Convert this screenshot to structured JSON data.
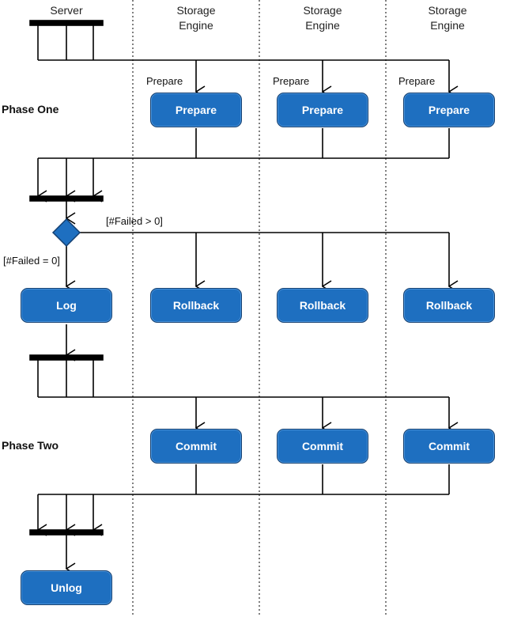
{
  "lanes": {
    "server": "Server",
    "engine1": "Storage\nEngine",
    "engine2": "Storage\nEngine",
    "engine3": "Storage\nEngine"
  },
  "phases": {
    "one": "Phase One",
    "two": "Phase Two"
  },
  "labels": {
    "prepare_signal": "Prepare",
    "failed_gt_zero": "[#Failed > 0]",
    "failed_eq_zero": "[#Failed = 0]"
  },
  "boxes": {
    "prepare": "Prepare",
    "rollback": "Rollback",
    "commit": "Commit",
    "log": "Log",
    "unlog": "Unlog"
  },
  "colors": {
    "box_fill": "#1e6fc0",
    "box_border": "#143f70",
    "line": "#000000"
  }
}
